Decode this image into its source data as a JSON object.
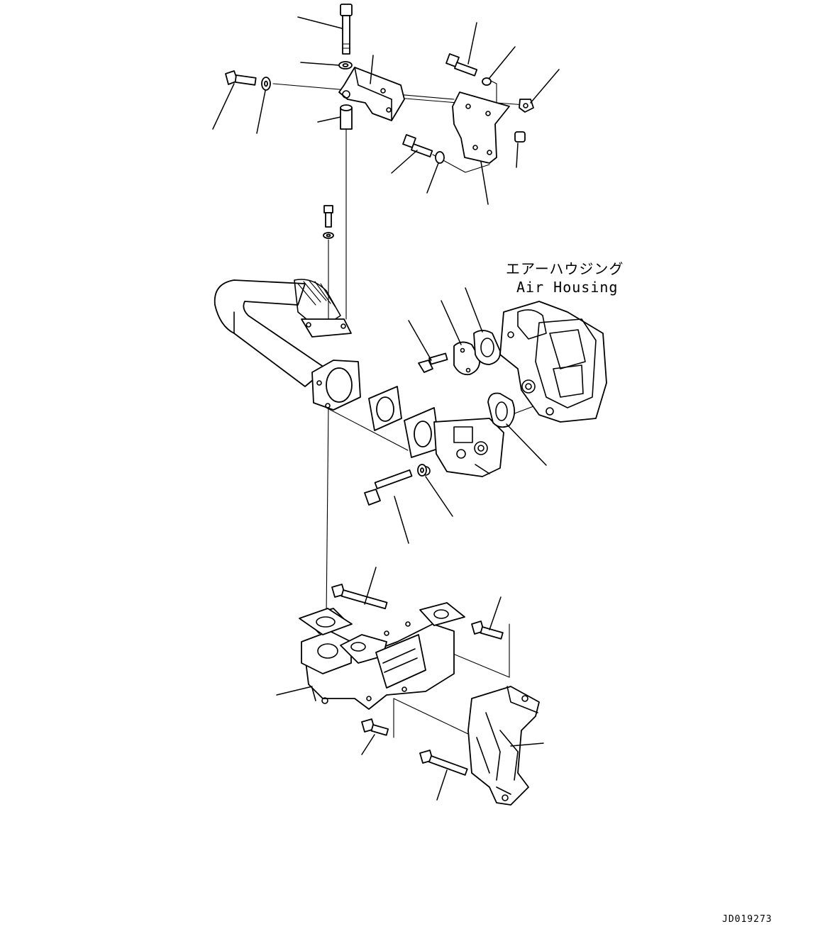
{
  "callout": {
    "japanese": "エアーハウジング",
    "english": "Air Housing"
  },
  "drawing_id": "JD019273"
}
